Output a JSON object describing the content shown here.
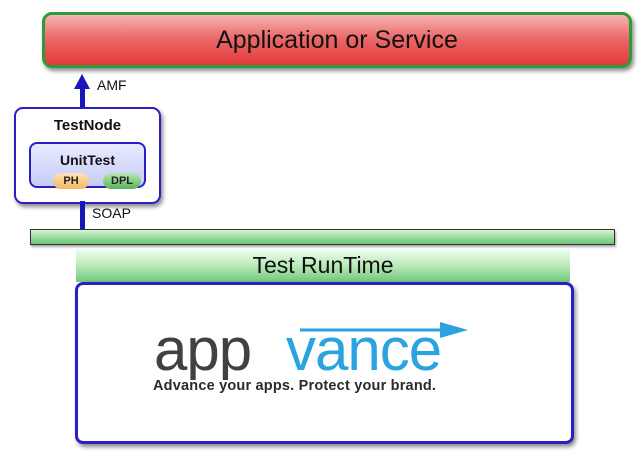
{
  "application": {
    "label": "Application or Service"
  },
  "connector_top": {
    "label": "AMF"
  },
  "test_node": {
    "title": "TestNode",
    "unit_test": {
      "title": "UnitTest",
      "badges": [
        "PH",
        "DPL"
      ]
    }
  },
  "connector_bottom": {
    "label": "SOAP"
  },
  "runtime": {
    "label": "Test RunTime",
    "logo": {
      "wordmark_part1": "app",
      "wordmark_part2": "vance",
      "tagline": "Advance your apps. Protect your brand."
    }
  },
  "colors": {
    "application_fill": "#ec6a6a",
    "application_border": "#2e9a3a",
    "node_border": "#2a1fc0",
    "connector": "#1a17b8",
    "runtime_green": "#6fc77a",
    "logo_dark": "#414141",
    "logo_blue": "#2ba3e0"
  }
}
